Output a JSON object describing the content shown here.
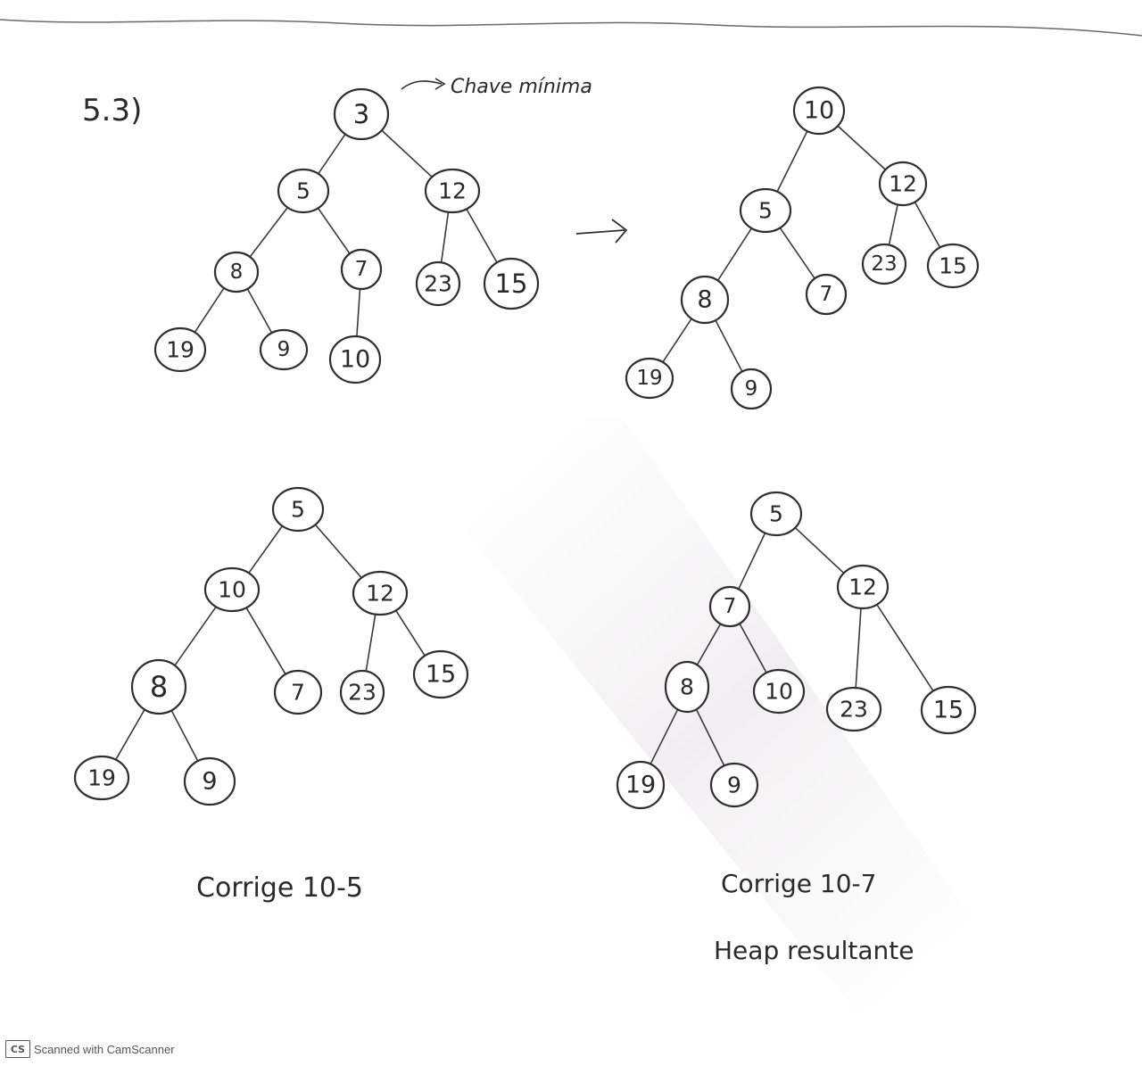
{
  "problem_label": "5.3)",
  "annotation": "Chave mínima",
  "captions": [
    "Corrige 10-5",
    "Corrige 10-7",
    "Heap resultante"
  ],
  "scanner_watermark": {
    "logo": "CS",
    "text": "Scanned with CamScanner"
  },
  "colors": {
    "ink": "#2f2f2f",
    "paper": "#ffffff"
  },
  "trees": [
    {
      "name": "tree-initial",
      "nodes": [
        {
          "id": "a",
          "label": "3"
        },
        {
          "id": "b",
          "label": "5"
        },
        {
          "id": "c",
          "label": "12"
        },
        {
          "id": "d",
          "label": "8"
        },
        {
          "id": "e",
          "label": "7"
        },
        {
          "id": "f",
          "label": "23"
        },
        {
          "id": "g",
          "label": "15"
        },
        {
          "id": "h",
          "label": "19"
        },
        {
          "id": "i",
          "label": "9"
        },
        {
          "id": "j",
          "label": "10"
        }
      ],
      "edges": [
        [
          "a",
          "b"
        ],
        [
          "a",
          "c"
        ],
        [
          "b",
          "d"
        ],
        [
          "b",
          "e"
        ],
        [
          "c",
          "f"
        ],
        [
          "c",
          "g"
        ],
        [
          "d",
          "h"
        ],
        [
          "d",
          "i"
        ],
        [
          "e",
          "j"
        ]
      ]
    },
    {
      "name": "tree-root-replaced",
      "nodes": [
        {
          "id": "a",
          "label": "10"
        },
        {
          "id": "b",
          "label": "5"
        },
        {
          "id": "c",
          "label": "12"
        },
        {
          "id": "d",
          "label": "8"
        },
        {
          "id": "e",
          "label": "7"
        },
        {
          "id": "f",
          "label": "23"
        },
        {
          "id": "g",
          "label": "15"
        },
        {
          "id": "h",
          "label": "19"
        },
        {
          "id": "i",
          "label": "9"
        }
      ],
      "edges": [
        [
          "a",
          "b"
        ],
        [
          "a",
          "c"
        ],
        [
          "b",
          "d"
        ],
        [
          "b",
          "e"
        ],
        [
          "c",
          "f"
        ],
        [
          "c",
          "g"
        ],
        [
          "d",
          "h"
        ],
        [
          "d",
          "i"
        ]
      ]
    },
    {
      "name": "tree-fix-10-5",
      "nodes": [
        {
          "id": "a",
          "label": "5"
        },
        {
          "id": "b",
          "label": "10"
        },
        {
          "id": "c",
          "label": "12"
        },
        {
          "id": "d",
          "label": "8"
        },
        {
          "id": "e",
          "label": "7"
        },
        {
          "id": "f",
          "label": "23"
        },
        {
          "id": "g",
          "label": "15"
        },
        {
          "id": "h",
          "label": "19"
        },
        {
          "id": "i",
          "label": "9"
        }
      ],
      "edges": [
        [
          "a",
          "b"
        ],
        [
          "a",
          "c"
        ],
        [
          "b",
          "d"
        ],
        [
          "b",
          "e"
        ],
        [
          "c",
          "f"
        ],
        [
          "c",
          "g"
        ],
        [
          "d",
          "h"
        ],
        [
          "d",
          "i"
        ]
      ]
    },
    {
      "name": "tree-fix-10-7",
      "nodes": [
        {
          "id": "a",
          "label": "5"
        },
        {
          "id": "b",
          "label": "7"
        },
        {
          "id": "c",
          "label": "12"
        },
        {
          "id": "d",
          "label": "8"
        },
        {
          "id": "e",
          "label": "10"
        },
        {
          "id": "f",
          "label": "23"
        },
        {
          "id": "g",
          "label": "15"
        },
        {
          "id": "h",
          "label": "19"
        },
        {
          "id": "i",
          "label": "9"
        }
      ],
      "edges": [
        [
          "a",
          "b"
        ],
        [
          "a",
          "c"
        ],
        [
          "b",
          "d"
        ],
        [
          "b",
          "e"
        ],
        [
          "c",
          "f"
        ],
        [
          "c",
          "g"
        ],
        [
          "d",
          "h"
        ],
        [
          "d",
          "i"
        ]
      ]
    }
  ]
}
